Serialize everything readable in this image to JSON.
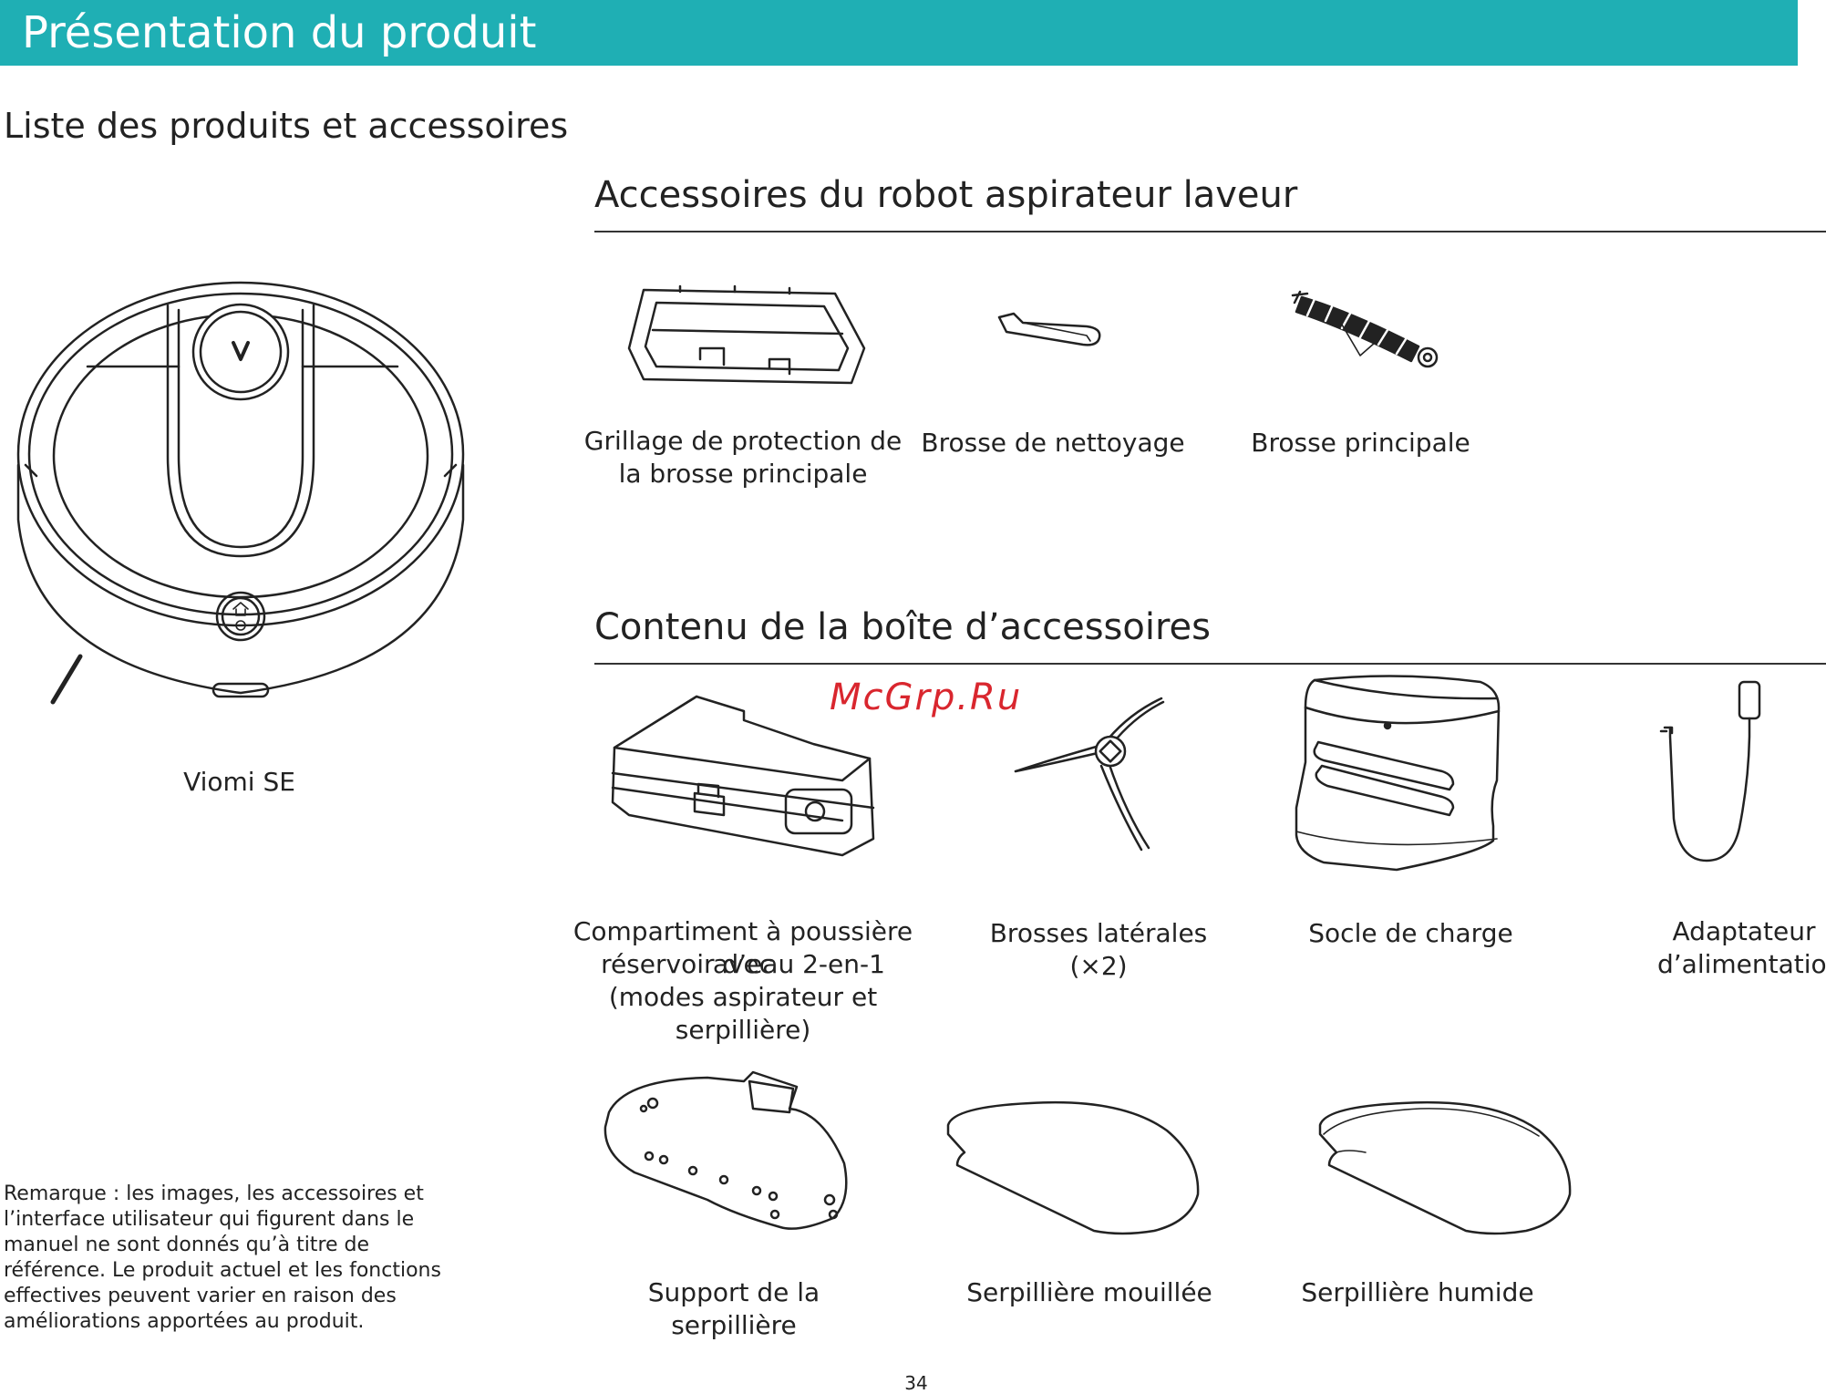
{
  "header": {
    "title": "Présentation du produit",
    "bar_color": "#1fafb4"
  },
  "page_heading": "Liste des produits et accessoires",
  "robot": {
    "label": "Viomi SE",
    "logo_icon": "viomi-v-logo-icon"
  },
  "section_robot_accessories": {
    "title": "Accessoires du robot aspirateur laveur",
    "items": [
      {
        "label_line1": "Grillage  de  protection  de",
        "label_line2": "la brosse principale",
        "icon": "brush-guard-icon"
      },
      {
        "label": "Brosse de nettoyage",
        "icon": "cleaning-tool-icon"
      },
      {
        "label": "Brosse principale",
        "icon": "main-brush-icon"
      }
    ]
  },
  "section_box_contents": {
    "title": "Contenu de la boîte d’accessoires",
    "items": [
      {
        "label_line1": "Compartiment à poussière avec",
        "label_line2": "réservoir d’eau 2-en-1",
        "label_line3": "(modes aspirateur et serpillière)",
        "icon": "dustbin-water-tank-icon"
      },
      {
        "label": "Brosses latérales (×2)",
        "icon": "side-brush-icon"
      },
      {
        "label": "Socle de charge",
        "icon": "charging-dock-icon"
      },
      {
        "label_line1": "Adaptateur",
        "label_line2": "d’alimentation",
        "icon": "power-adapter-icon"
      },
      {
        "label_line1": "Support de la",
        "label_line2": "serpillière",
        "icon": "mop-bracket-icon"
      },
      {
        "label": "Serpillière mouillée",
        "icon": "wet-mop-icon"
      },
      {
        "label": "Serpillière humide",
        "icon": "damp-mop-icon"
      }
    ]
  },
  "note": {
    "line1": "Remarque : les images, les accessoires et",
    "line2": "l’interface utilisateur qui figurent dans le",
    "line3": "manuel ne sont donnés qu’à titre de",
    "line4": "référence. Le produit actuel et les fonctions",
    "line5": "effectives peuvent varier en raison des",
    "line6": "améliorations apportées au produit."
  },
  "watermark": "McGrp.Ru",
  "page_number": "34"
}
